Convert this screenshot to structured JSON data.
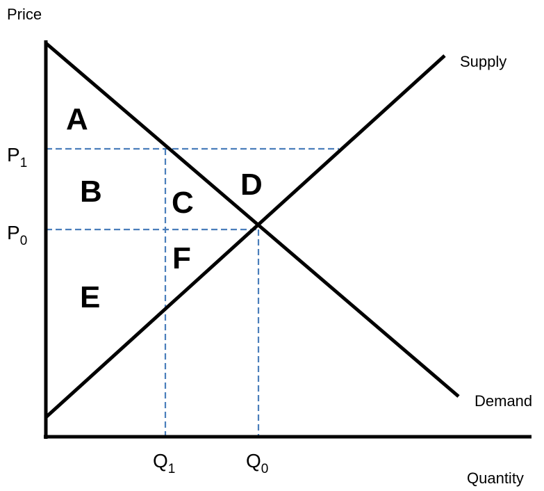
{
  "axes": {
    "y_label": "Price",
    "x_label": "Quantity"
  },
  "curves": {
    "supply_label": "Supply",
    "demand_label": "Demand"
  },
  "ticks": {
    "p1_main": "P",
    "p1_sub": "1",
    "p0_main": "P",
    "p0_sub": "0",
    "q1_main": "Q",
    "q1_sub": "1",
    "q0_main": "Q",
    "q0_sub": "0"
  },
  "regions": {
    "a": "A",
    "b": "B",
    "c": "C",
    "d": "D",
    "e": "E",
    "f": "F"
  },
  "colors": {
    "curves": "#000000",
    "guides": "#4a7ebb"
  }
}
